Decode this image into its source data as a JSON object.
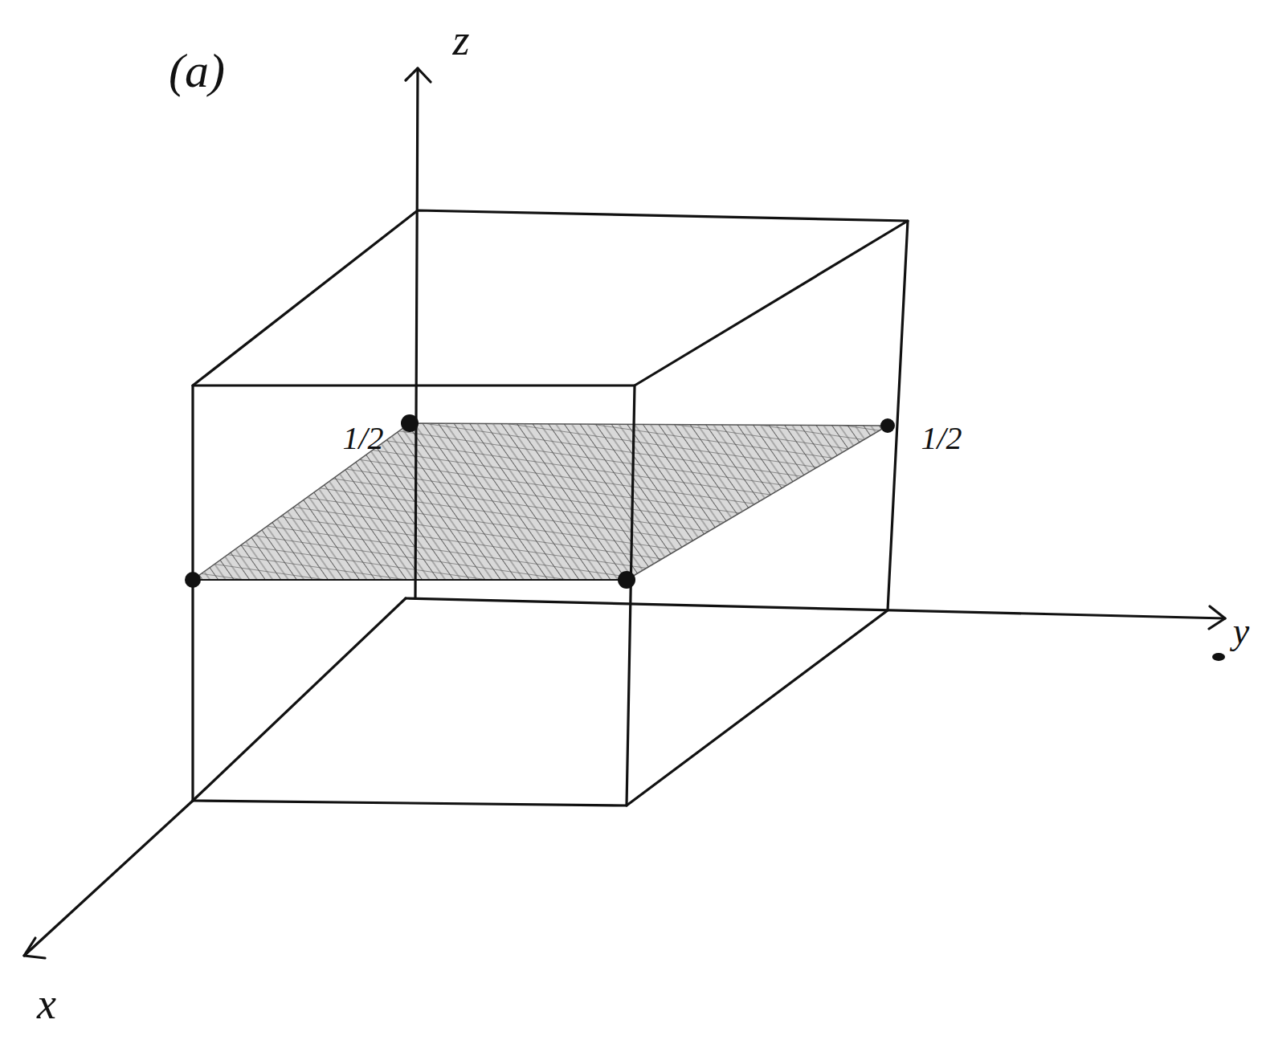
{
  "diagram": {
    "labels": [
      "(a)",
      "z",
      "1/2",
      "1/2",
      "y",
      "x"
    ]
  }
}
